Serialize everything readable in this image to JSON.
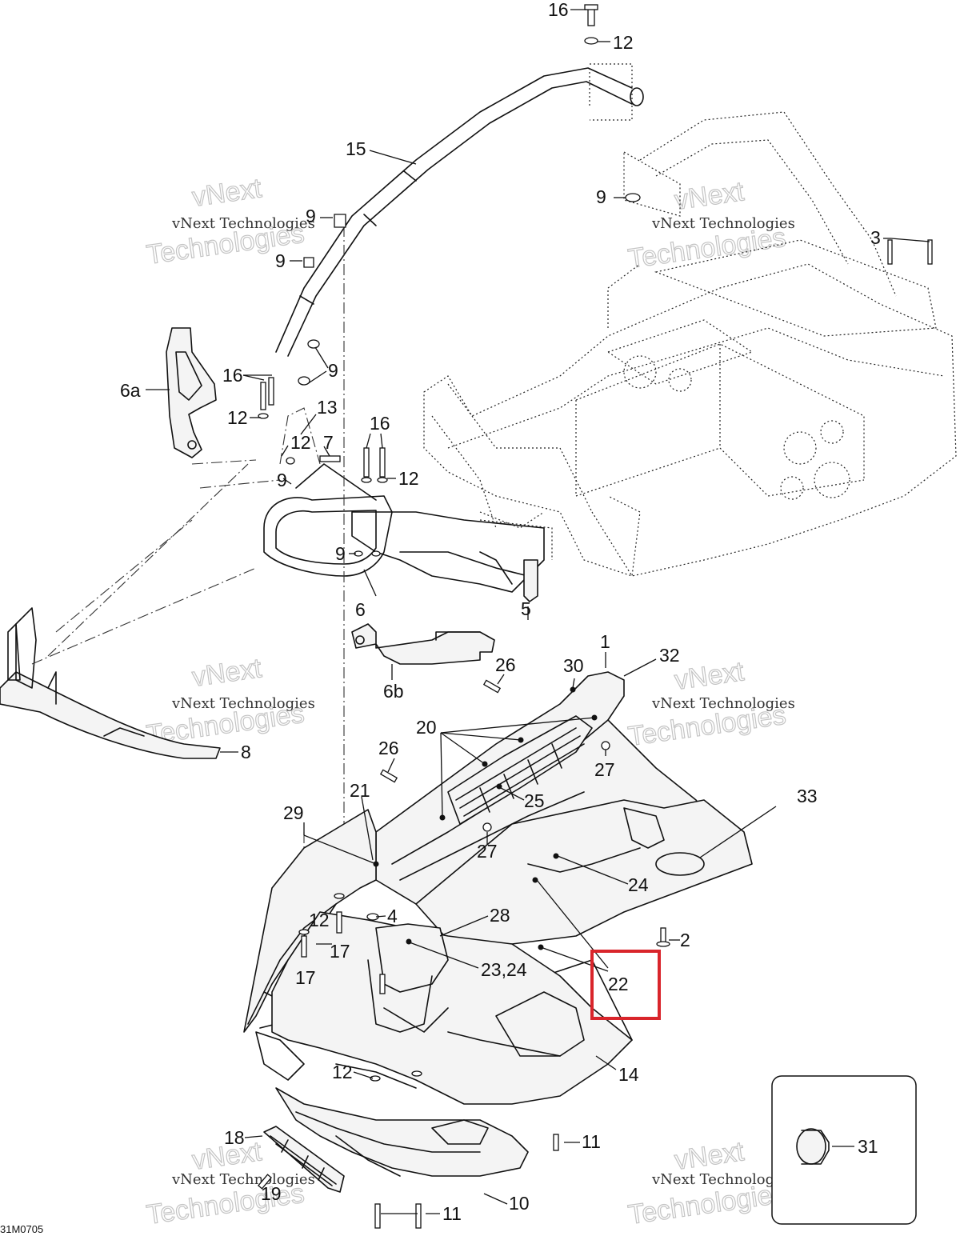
{
  "diagram_code": "31M0705",
  "watermark": {
    "line1": "vNext Technologies",
    "line2": "vNext",
    "line3": "Technologies"
  },
  "part_labels": [
    {
      "id": "16",
      "text": "16"
    },
    {
      "id": "12",
      "text": "12"
    },
    {
      "id": "15",
      "text": "15"
    },
    {
      "id": "9",
      "text": "9"
    },
    {
      "id": "3",
      "text": "3"
    },
    {
      "id": "6a",
      "text": "6a"
    },
    {
      "id": "13",
      "text": "13"
    },
    {
      "id": "7",
      "text": "7"
    },
    {
      "id": "6",
      "text": "6"
    },
    {
      "id": "5",
      "text": "5"
    },
    {
      "id": "6b",
      "text": "6b"
    },
    {
      "id": "30",
      "text": "30"
    },
    {
      "id": "1",
      "text": "1"
    },
    {
      "id": "32",
      "text": "32"
    },
    {
      "id": "26",
      "text": "26"
    },
    {
      "id": "20",
      "text": "20"
    },
    {
      "id": "27",
      "text": "27"
    },
    {
      "id": "8",
      "text": "8"
    },
    {
      "id": "21",
      "text": "21"
    },
    {
      "id": "25",
      "text": "25"
    },
    {
      "id": "33",
      "text": "33"
    },
    {
      "id": "29",
      "text": "29"
    },
    {
      "id": "24",
      "text": "24"
    },
    {
      "id": "4",
      "text": "4"
    },
    {
      "id": "28",
      "text": "28"
    },
    {
      "id": "2",
      "text": "2"
    },
    {
      "id": "17",
      "text": "17"
    },
    {
      "id": "23_24",
      "text": "23,24"
    },
    {
      "id": "22",
      "text": "22"
    },
    {
      "id": "14",
      "text": "14"
    },
    {
      "id": "11",
      "text": "11"
    },
    {
      "id": "18",
      "text": "18"
    },
    {
      "id": "19",
      "text": "19"
    },
    {
      "id": "10",
      "text": "10"
    },
    {
      "id": "31",
      "text": "31"
    }
  ],
  "highlight": {
    "part": "22",
    "color": "#d9252b"
  }
}
